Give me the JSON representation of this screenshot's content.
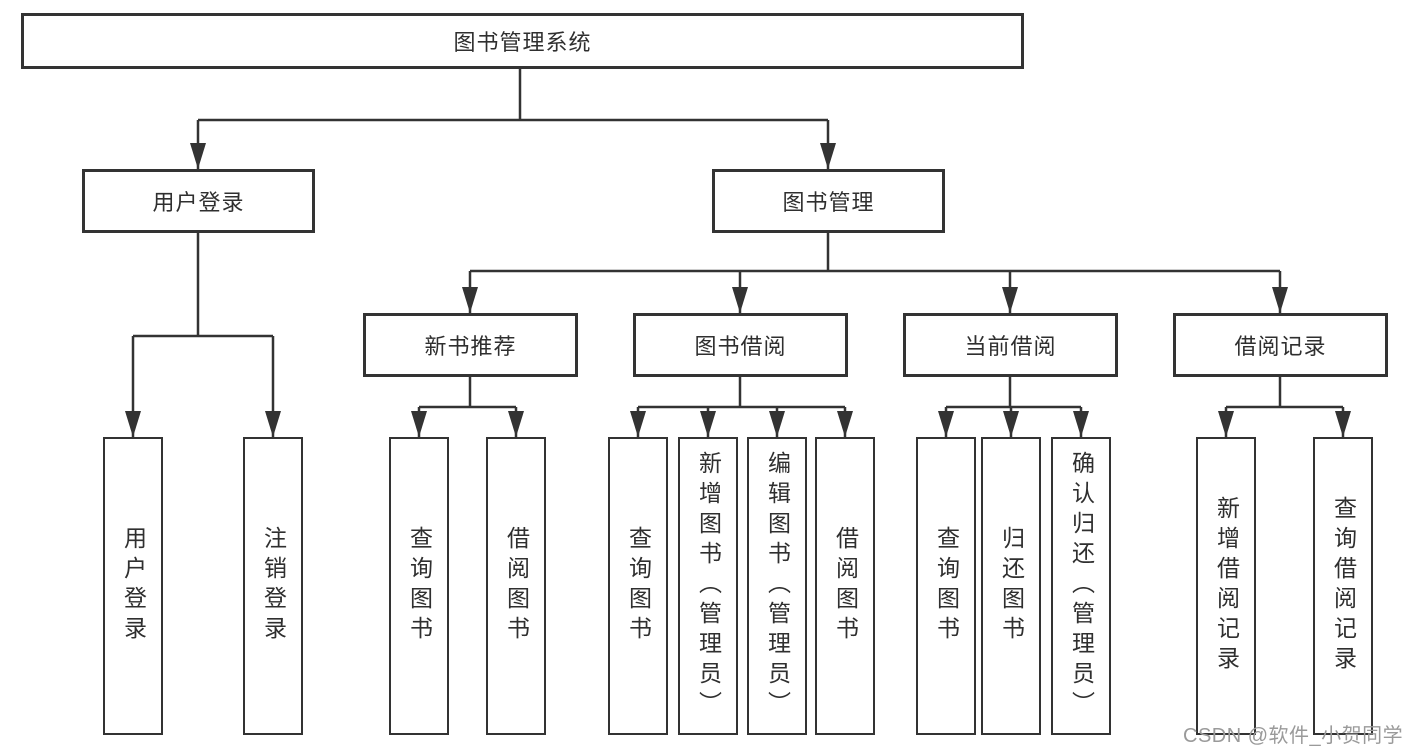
{
  "nodes": {
    "root": {
      "label": "图书管理系统"
    },
    "user_login": {
      "label": "用户登录"
    },
    "book_mgmt": {
      "label": "图书管理"
    },
    "new_book_rec": {
      "label": "新书推荐"
    },
    "book_borrow": {
      "label": "图书借阅"
    },
    "current_borrow": {
      "label": "当前借阅"
    },
    "borrow_records": {
      "label": "借阅记录"
    },
    "leaf_user_login": {
      "label": "用户登录"
    },
    "leaf_logout_login": {
      "label": "注销登录"
    },
    "leaf_rec_query_books": {
      "label": "查询图书"
    },
    "leaf_rec_borrow_books": {
      "label": "借阅图书"
    },
    "leaf_bb_query_books": {
      "label": "查询图书"
    },
    "leaf_bb_add_books": {
      "label": "新增图书（管理员）"
    },
    "leaf_bb_edit_books": {
      "label": "编辑图书（管理员）"
    },
    "leaf_bb_borrow_books": {
      "label": "借阅图书"
    },
    "leaf_cb_query_books": {
      "label": "查询图书"
    },
    "leaf_cb_return_books": {
      "label": "归还图书"
    },
    "leaf_cb_confirm_return": {
      "label": "确认归还（管理员）"
    },
    "leaf_br_add_record": {
      "label": "新增借阅记录"
    },
    "leaf_br_query_record": {
      "label": "查询借阅记录"
    }
  },
  "watermark": {
    "text": "CSDN @软件_小贺同学"
  },
  "colors": {
    "line": "#333333",
    "text": "#2f2f2f",
    "box_background": "#ffffff",
    "page_background": "#ffffff",
    "watermark": "#9a9a9a"
  }
}
